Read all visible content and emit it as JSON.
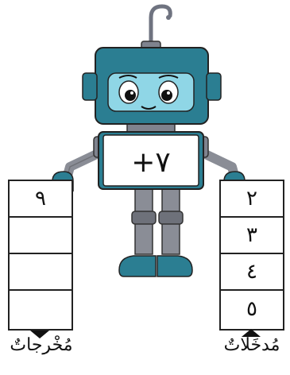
{
  "machine": {
    "operation": "+٧"
  },
  "inputs": {
    "label": "مُدخَلاتٌ",
    "values": [
      "٢",
      "٣",
      "٤",
      "٥"
    ]
  },
  "outputs": {
    "label": "مُخْرجاتٌ",
    "values": [
      "٩",
      "",
      "",
      ""
    ]
  },
  "colors": {
    "robot_teal": "#2b7e92",
    "robot_gray": "#8a8d96",
    "outline": "#1a1a1a"
  }
}
